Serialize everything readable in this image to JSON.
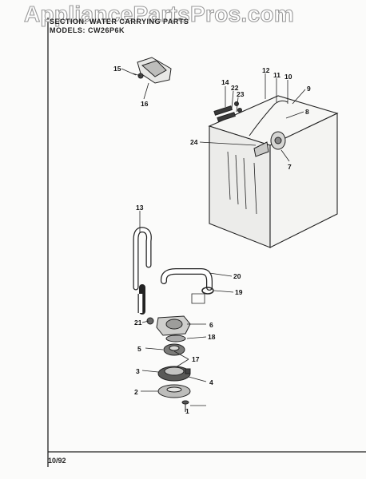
{
  "header": {
    "line1": "SECTION: WATER CARRYING PARTS",
    "line2": "MODELS: CW26P6K"
  },
  "watermark": "AppliancePartsPros.com",
  "footer": {
    "date": "10/92"
  },
  "callouts": [
    "1",
    "2",
    "3",
    "4",
    "5",
    "6",
    "7",
    "8",
    "9",
    "10",
    "11",
    "12",
    "13",
    "14",
    "15",
    "16",
    "17",
    "18",
    "19",
    "20",
    "21",
    "22",
    "23",
    "24"
  ]
}
